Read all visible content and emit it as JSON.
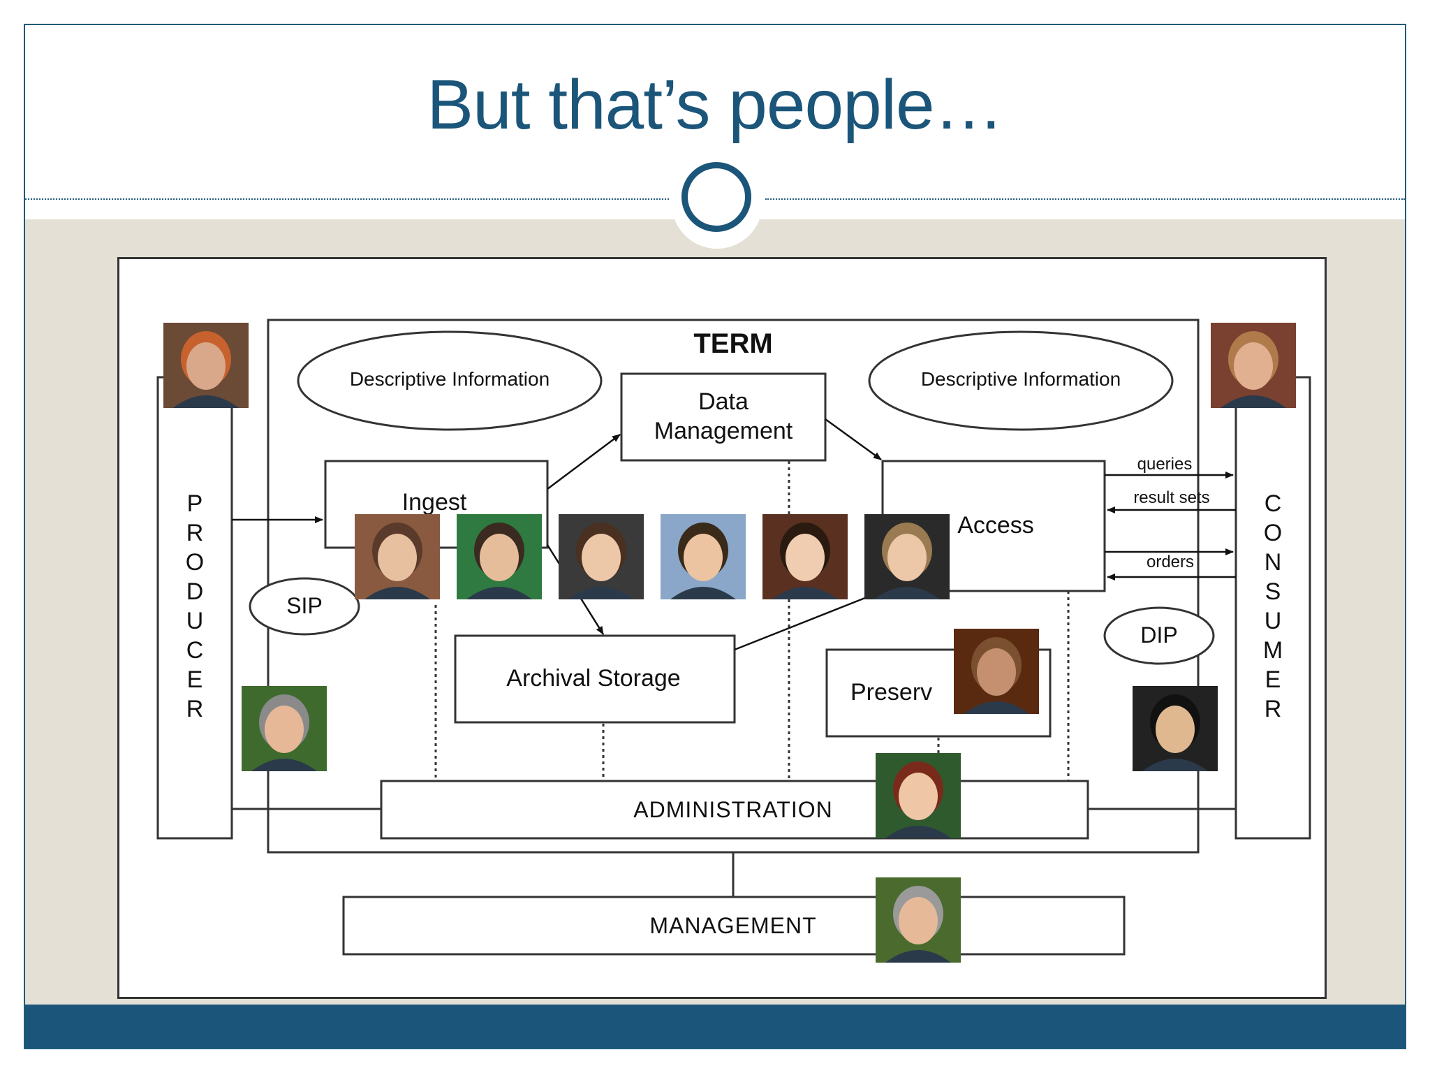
{
  "slide": {
    "title": "But that’s people…"
  },
  "diagram": {
    "title": "TERM",
    "producer_label": "PRODUCER",
    "consumer_label": "CONSUMER",
    "descriptive_info_left": "Descriptive Information",
    "descriptive_info_right": "Descriptive Information",
    "data_management": [
      "Data",
      "Management"
    ],
    "ingest": "Ingest",
    "access": "Access",
    "archival_storage": "Archival Storage",
    "preservation": "Preserv",
    "administration": "ADMINISTRATION",
    "management": "MANAGEMENT",
    "sip": "SIP",
    "dip": "DIP",
    "queries": "queries",
    "result_sets": "result sets",
    "orders": "orders"
  },
  "colors": {
    "title": "#1b5579",
    "footer": "#1b5579",
    "background_band": "#e4e0d6"
  }
}
